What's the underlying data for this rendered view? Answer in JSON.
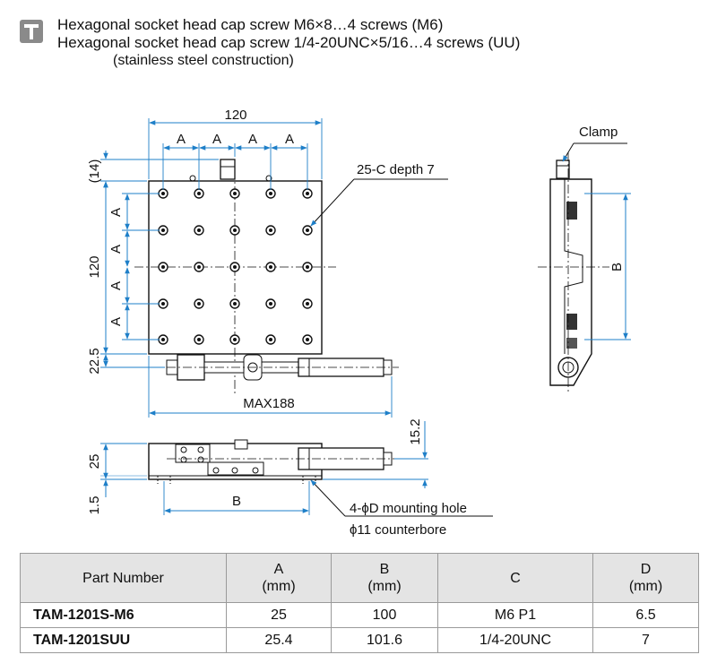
{
  "header": {
    "icon": "screw-tool-icon",
    "line1": "Hexagonal socket head cap screw M6×8…4 screws (M6)",
    "line2": "Hexagonal socket head cap screw 1/4-20UNC×5/16…4 screws (UU)",
    "note": "(stainless steel construction)"
  },
  "top_view": {
    "dim_width": "120",
    "pitch_label": "A",
    "dim_offset": "(14)",
    "dim_height": "120",
    "dim_bottom": "22.5",
    "dim_max": "MAX188",
    "callout": "25-C depth 7"
  },
  "side_view": {
    "clamp_label": "Clamp",
    "dim_b": "B"
  },
  "front_view": {
    "dim_height": "25",
    "dim_base": "1.5",
    "dim_center": "15.2",
    "dim_b": "B",
    "note_line1": "4-ϕD mounting hole",
    "note_line2": "ϕ11 counterbore"
  },
  "table": {
    "headers": [
      {
        "line1": "Part Number",
        "line2": ""
      },
      {
        "line1": "A",
        "line2": "(mm)"
      },
      {
        "line1": "B",
        "line2": "(mm)"
      },
      {
        "line1": "C",
        "line2": ""
      },
      {
        "line1": "D",
        "line2": "(mm)"
      }
    ],
    "rows": [
      [
        "TAM-1201S-M6",
        "25",
        "100",
        "M6 P1",
        "6.5"
      ],
      [
        "TAM-1201SUU",
        "25.4",
        "101.6",
        "1/4-20UNC",
        "7"
      ]
    ]
  }
}
